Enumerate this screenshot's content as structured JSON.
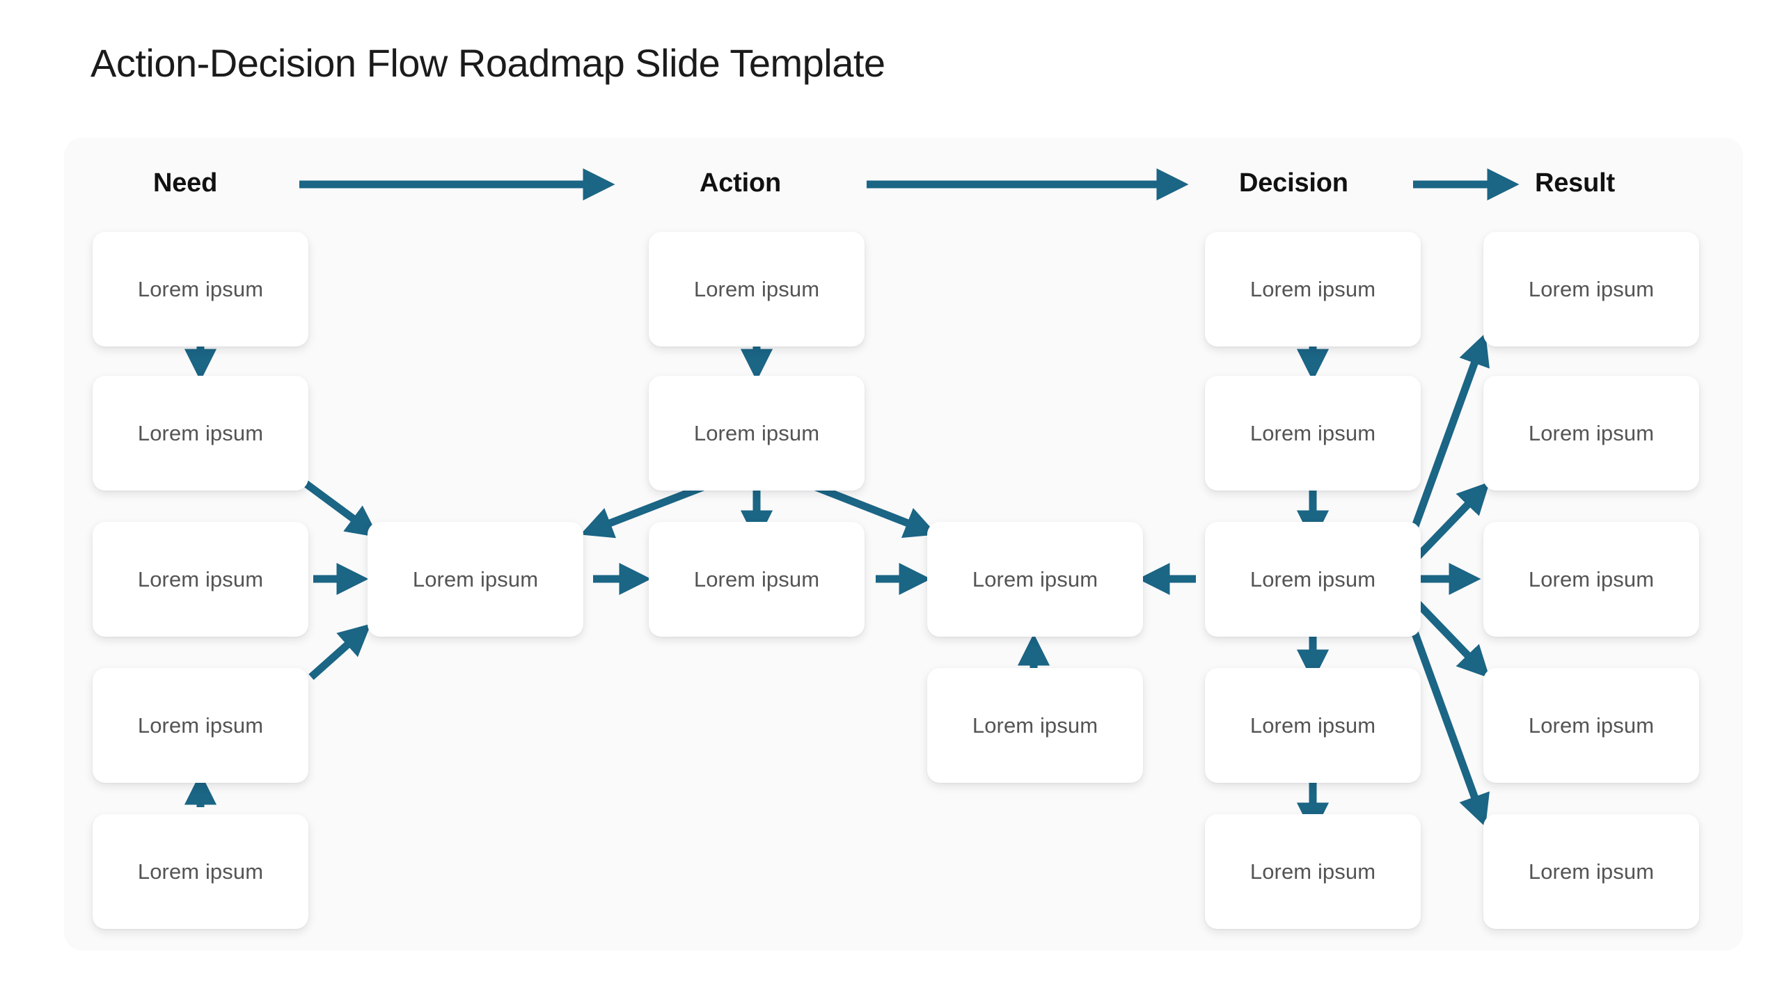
{
  "title": "Action-Decision Flow Roadmap Slide Template",
  "theme": {
    "page_bg": "#ffffff",
    "panel_bg": "#fafafa",
    "arrow_color": "#1b6585",
    "card_bg": "#ffffff",
    "card_text": "#545454",
    "header_text": "#111111",
    "title_text": "#1b1b1b"
  },
  "columns": [
    {
      "key": "need",
      "label": "Need"
    },
    {
      "key": "action",
      "label": "Action"
    },
    {
      "key": "decision",
      "label": "Decision"
    },
    {
      "key": "result",
      "label": "Result"
    }
  ],
  "header_arrows": [
    {
      "name": "need-to-action-arrow",
      "from": "Need",
      "to": "Action"
    },
    {
      "name": "action-to-decision-arrow",
      "from": "Action",
      "to": "Decision"
    },
    {
      "name": "decision-to-result-arrow",
      "from": "Decision",
      "to": "Result"
    }
  ],
  "cards": {
    "need": [
      {
        "label": "Lorem ipsum"
      },
      {
        "label": "Lorem ipsum"
      },
      {
        "label": "Lorem ipsum"
      },
      {
        "label": "Lorem ipsum"
      },
      {
        "label": "Lorem ipsum"
      }
    ],
    "need_hub": [
      {
        "label": "Lorem ipsum"
      }
    ],
    "action": [
      {
        "label": "Lorem ipsum"
      },
      {
        "label": "Lorem ipsum"
      },
      {
        "label": "Lorem ipsum"
      }
    ],
    "action_out": [
      {
        "label": "Lorem ipsum"
      },
      {
        "label": "Lorem ipsum"
      }
    ],
    "decision": [
      {
        "label": "Lorem ipsum"
      },
      {
        "label": "Lorem ipsum"
      },
      {
        "label": "Lorem ipsum"
      },
      {
        "label": "Lorem ipsum"
      },
      {
        "label": "Lorem ipsum"
      }
    ],
    "result": [
      {
        "label": "Lorem ipsum"
      },
      {
        "label": "Lorem ipsum"
      },
      {
        "label": "Lorem ipsum"
      },
      {
        "label": "Lorem ipsum"
      },
      {
        "label": "Lorem ipsum"
      }
    ]
  },
  "connectors": [
    {
      "name": "need-1-to-need-2",
      "direction": "down"
    },
    {
      "name": "need-2-to-hub",
      "direction": "down-right-diagonal"
    },
    {
      "name": "need-3-to-hub",
      "direction": "right"
    },
    {
      "name": "need-4-to-hub",
      "direction": "up-right-diagonal"
    },
    {
      "name": "need-5-to-need-4",
      "direction": "up"
    },
    {
      "name": "hub-to-action-3",
      "direction": "right"
    },
    {
      "name": "action-1-to-action-2",
      "direction": "down"
    },
    {
      "name": "action-2-to-action-3",
      "direction": "down"
    },
    {
      "name": "action-2-to-hub-left",
      "direction": "down-left-diagonal"
    },
    {
      "name": "action-2-to-out-right",
      "direction": "down-right-diagonal"
    },
    {
      "name": "action-3-to-out",
      "direction": "right"
    },
    {
      "name": "action-out-bottom-to-out",
      "direction": "up"
    },
    {
      "name": "decision-3-to-out",
      "direction": "left"
    },
    {
      "name": "decision-1-to-decision-2",
      "direction": "down"
    },
    {
      "name": "decision-2-to-decision-3",
      "direction": "down"
    },
    {
      "name": "decision-3-to-decision-4",
      "direction": "down"
    },
    {
      "name": "decision-4-to-decision-5",
      "direction": "down"
    },
    {
      "name": "decision-3-to-result-1",
      "direction": "up-right-diagonal"
    },
    {
      "name": "decision-3-to-result-2",
      "direction": "up-right-diagonal"
    },
    {
      "name": "decision-3-to-result-3",
      "direction": "right"
    },
    {
      "name": "decision-3-to-result-4",
      "direction": "down-right-diagonal"
    },
    {
      "name": "decision-3-to-result-5",
      "direction": "down-right-diagonal"
    }
  ]
}
